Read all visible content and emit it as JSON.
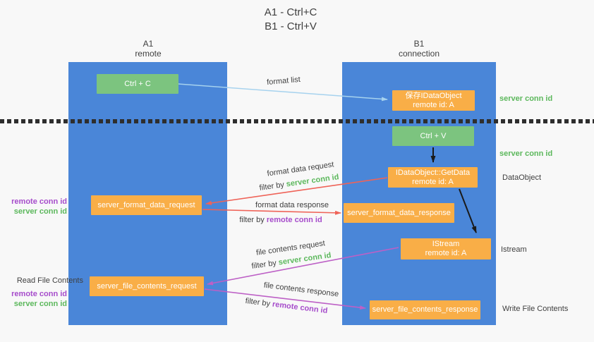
{
  "title": {
    "line1": "A1 - Ctrl+C",
    "line2": "B1 - Ctrl+V"
  },
  "columns": {
    "left": {
      "header_line1": "A1",
      "header_line2": "remote"
    },
    "right": {
      "header_line1": "B1",
      "header_line2": "connection"
    }
  },
  "nodes": {
    "ctrl_c": {
      "label": "Ctrl + C"
    },
    "ctrl_v": {
      "label": "Ctrl + V"
    },
    "save_dataobject": {
      "line1": "保存IDataObject",
      "line2": "remote id: A"
    },
    "getdata": {
      "line1": "IDataObject::GetData",
      "line2": "remote id: A"
    },
    "istream": {
      "line1": "IStream",
      "line2": "remote id: A"
    },
    "format_request": {
      "label": "server_format_data_request"
    },
    "format_response": {
      "label": "server_format_data_response"
    },
    "file_request": {
      "label": "server_file_contents_request"
    },
    "file_response": {
      "label": "server_file_contents_response"
    }
  },
  "labels": {
    "format_list": "format list",
    "format_data_request": "format data request",
    "format_data_response": "format data response",
    "file_contents_request": "file contents request",
    "file_contents_response": "file contents response",
    "filter_by": "filter by",
    "server_conn_id": "server conn id",
    "remote_conn_id": "remote conn id",
    "read_file_contents": "Read File Contents",
    "write_file_contents": "Write File Contents",
    "dataobject": "DataObject",
    "istream": "Istream"
  },
  "colors": {
    "column_blue": "#4a86d8",
    "box_green": "#7cc47f",
    "box_orange": "#f9ae47",
    "arrow_light_blue": "#a6d2ee",
    "arrow_salmon": "#ef6358",
    "arrow_orchid": "#bd60c6",
    "arrow_black": "#1a1a1a",
    "text_green": "#5cb85c",
    "text_purple": "#a64ccb",
    "text_dark": "#3f3f3f",
    "background": "#f8f8f8"
  }
}
